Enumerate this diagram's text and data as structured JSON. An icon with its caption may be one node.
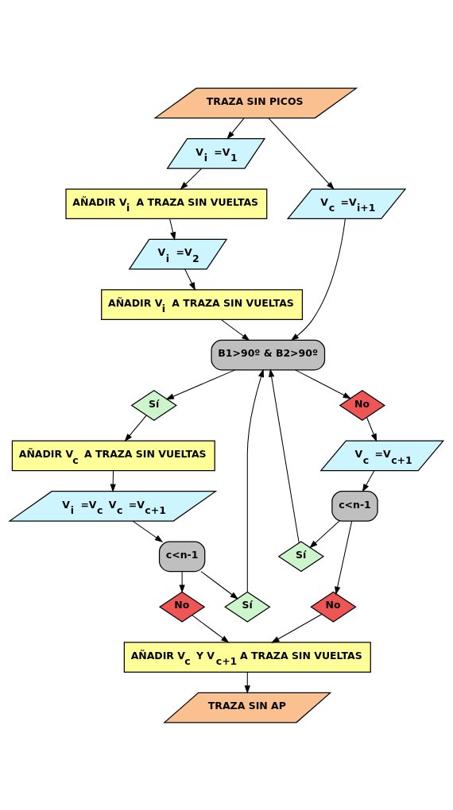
{
  "diagram": {
    "nodes": [
      {
        "text": [
          "TRAZA SIN PICOS"
        ]
      },
      {
        "text": [
          "V$_{i}$ =V$_{1}$"
        ]
      },
      {
        "text": [
          "AÑADIR V$_{i}$ A TRAZA SIN VUELTAS"
        ]
      },
      {
        "text": [
          "V$_{i}$ =V$_{2}$"
        ]
      },
      {
        "text": [
          "V$_{c}$ =V$_{i+1}$"
        ]
      },
      {
        "text": [
          "AÑADIR V$_{i}$ A TRAZA SIN VUELTAS"
        ]
      },
      {
        "text": [
          "B1>90º & B2>90º"
        ]
      },
      {
        "text": [
          "Sí"
        ]
      },
      {
        "text": [
          "Sí"
        ]
      },
      {
        "text": [
          "No"
        ]
      },
      {
        "text": [
          "V$_{c}$ =V$_{c+1}$"
        ]
      },
      {
        "text": [
          "AÑADIR V$_{c}$ A TRAZA SIN VUELTAS"
        ]
      },
      {
        "text": [
          "c<n-1"
        ]
      },
      {
        "text": [
          "Sí"
        ]
      },
      {
        "text": [
          "V$_{i}$ =V$_{c}$ V$_{c}$ =V$_{c+1}$"
        ]
      },
      {
        "text": [
          "c<n-1"
        ]
      },
      {
        "text": [
          "No"
        ]
      },
      {
        "text": [
          "No"
        ]
      },
      {
        "text": [
          "AÑADIR V$_{c}$ Y V$_{c+1}$ A TRAZA SIN VUELTAS"
        ]
      },
      {
        "text": [
          "TRAZA SIN AP"
        ]
      }
    ],
    "edges": [
      {
        "from": 0,
        "to": 1,
        "arrow": "to"
      },
      {
        "from": 1,
        "to": 2,
        "arrow": "to"
      },
      {
        "from": 2,
        "to": 3,
        "arrow": "to"
      },
      {
        "from": 3,
        "to": 5,
        "arrow": "to"
      },
      {
        "from": 0,
        "to": 4,
        "arrow": "to"
      },
      {
        "from": 5,
        "to": 6,
        "arrow": "to"
      },
      {
        "from": 4,
        "to": 6,
        "arrow": "to"
      },
      {
        "from": 7,
        "to": 6,
        "arrow": "to"
      },
      {
        "from": 13,
        "to": 6,
        "arrow": "to"
      },
      {
        "from": 6,
        "to": 8,
        "arrow": "to"
      },
      {
        "from": 6,
        "to": 9,
        "arrow": "to"
      },
      {
        "from": 9,
        "to": 10,
        "arrow": "to"
      },
      {
        "from": 8,
        "to": 11,
        "arrow": "to"
      },
      {
        "from": 10,
        "to": 12,
        "arrow": "to"
      },
      {
        "from": 12,
        "to": 13,
        "arrow": "to"
      },
      {
        "from": 11,
        "to": 14,
        "arrow": "to"
      },
      {
        "from": 12,
        "to": 16,
        "arrow": "to"
      },
      {
        "from": 14,
        "to": 15,
        "arrow": "to"
      },
      {
        "from": 15,
        "to": 7,
        "arrow": "to"
      },
      {
        "from": 15,
        "to": 17,
        "arrow": "to"
      },
      {
        "from": 17,
        "to": 18,
        "arrow": "to"
      },
      {
        "from": 16,
        "to": 18,
        "arrow": "to"
      },
      {
        "from": 18,
        "to": 19,
        "arrow": "to"
      }
    ]
  }
}
